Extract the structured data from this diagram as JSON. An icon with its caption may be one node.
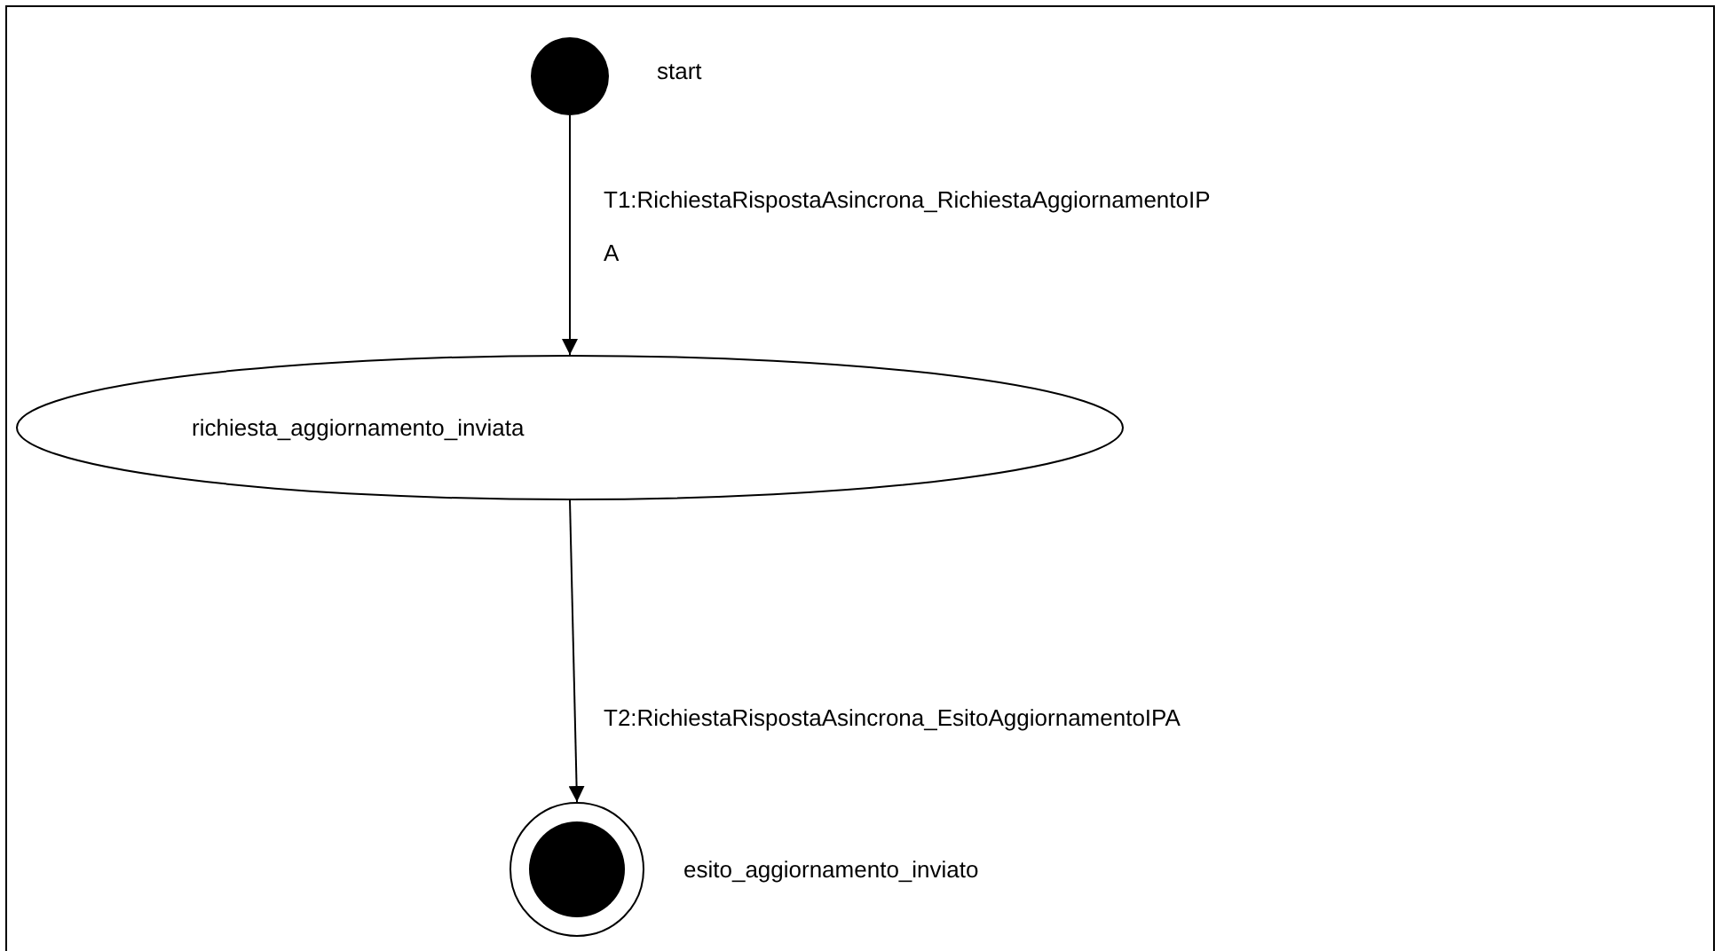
{
  "diagram": {
    "nodes": [
      {
        "text": [],
        "shape": "circle",
        "beside": [
          "start"
        ]
      },
      {
        "text": [
          "richiesta_aggiornamento_inviata"
        ]
      },
      {
        "text": [],
        "shape": "bullseye",
        "beside": [
          "esito_aggiornamento_inviato"
        ]
      }
    ],
    "edges": [
      {
        "from": 0,
        "to": 1,
        "arrow": "to",
        "label": "T1:RichiestaRispostaAsincrona_RichiestaAggiornamentoIPA"
      },
      {
        "from": 1,
        "to": 2,
        "arrow": "to",
        "label": "T2:RichiestaRispostaAsincrona_EsitoAggiornamentoIPA"
      }
    ]
  }
}
